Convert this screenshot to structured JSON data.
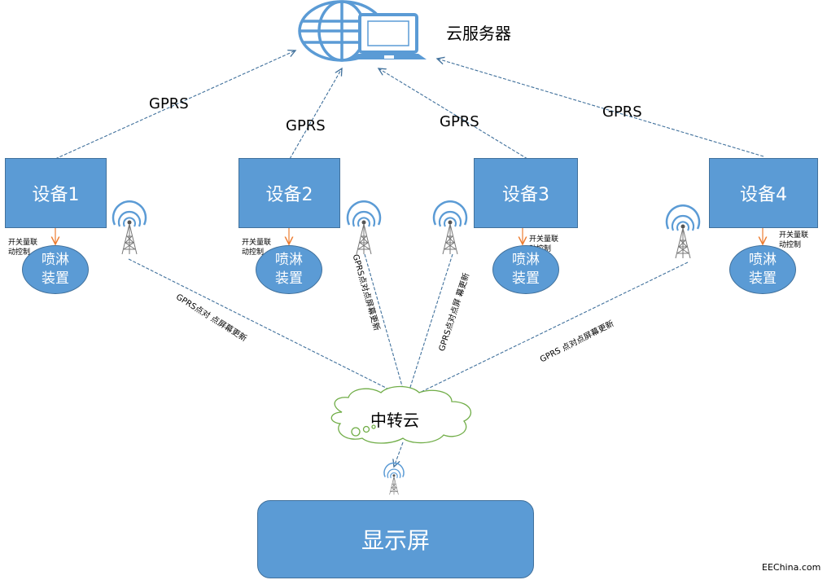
{
  "server": {
    "label": "云服务器",
    "icon": "globe-laptop-icon"
  },
  "links": {
    "gprs": "GPRS",
    "p2p": [
      "GPRS点对 点屏幕更新",
      "GPRS点对点屏幕更新",
      "GPRS点对点屏 幕更新",
      "GPRS 点对点屏幕更新"
    ]
  },
  "devices": [
    {
      "name": "设备1",
      "sprinkler": [
        "喷淋",
        "装置"
      ],
      "control": [
        "开关量联",
        "动控制"
      ]
    },
    {
      "name": "设备2",
      "sprinkler": [
        "喷淋",
        "装置"
      ],
      "control": [
        "开关量联",
        "动控制"
      ]
    },
    {
      "name": "设备3",
      "sprinkler": [
        "喷淋",
        "装置"
      ],
      "control": [
        "开关量联",
        "动控制"
      ]
    },
    {
      "name": "设备4",
      "sprinkler": [
        "喷淋",
        "装置"
      ],
      "control": [
        "开关量联",
        "动控制"
      ]
    }
  ],
  "relay_cloud": {
    "label": "中转云"
  },
  "display": {
    "label": "显示屏"
  },
  "watermark": "EEChina.com",
  "colors": {
    "box": "#5b9bd5",
    "border": "#41719c",
    "arrow": "#ed7d31",
    "cloud": "#70ad47",
    "dash": "#41719c"
  }
}
